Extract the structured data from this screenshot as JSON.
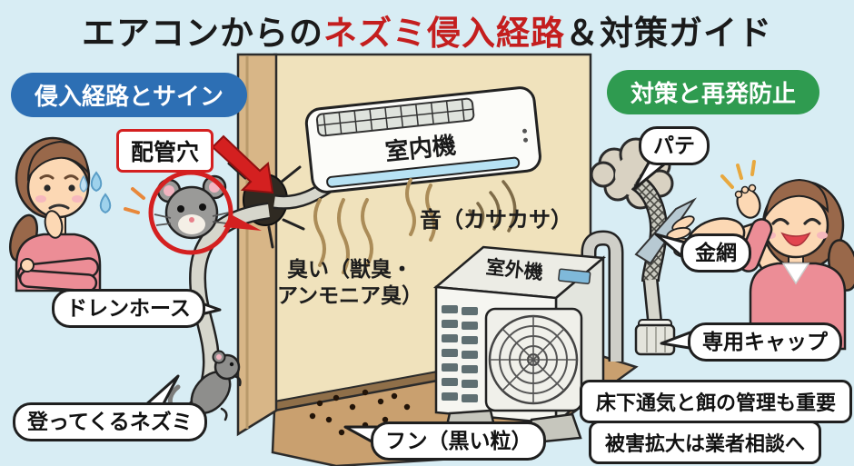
{
  "title": {
    "part1": "エアコンからの",
    "part2": "ネズミ侵入経路",
    "part3": "＆対策ガイド"
  },
  "badges": {
    "left": "侵入経路とサイン",
    "right": "対策と再発防止"
  },
  "labels": {
    "pipe_hole": "配管穴",
    "indoor_unit": "室内機",
    "outdoor_unit": "室外機",
    "sound": "音（カサカサ）",
    "smell_line1": "臭い（獣臭・",
    "smell_line2": "アンモニア臭）",
    "drain_hose": "ドレンホース",
    "climbing_mouse": "登ってくるネズミ",
    "droppings": "フン（黒い粒）",
    "putty": "パテ",
    "wire_mesh": "金網",
    "cap": "専用キャップ"
  },
  "notes": {
    "underfloor": "床下通気と餌の管理も重要",
    "consult": "被害拡大は業者相談へ"
  },
  "colors": {
    "background": "#d8edf4",
    "title_accent": "#c41e1e",
    "badge_blue": "#2d6fb4",
    "badge_green": "#2f9b50",
    "label_border_red": "#d42020",
    "wall": "#f0e2bc",
    "pillar": "#d8b687",
    "floor": "#c9a06f"
  }
}
